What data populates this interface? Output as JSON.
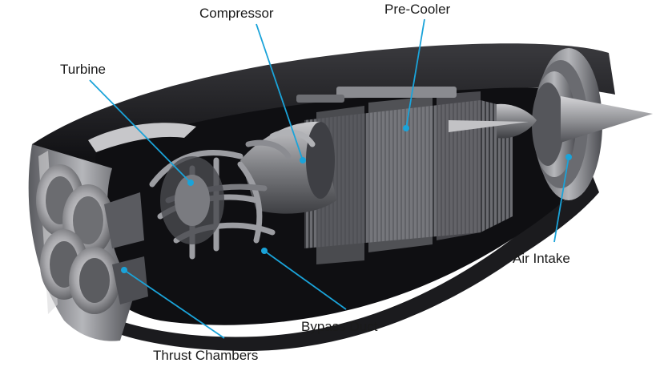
{
  "diagram": {
    "accent_color": "#1aa3d9",
    "labels": {
      "compressor": "Compressor",
      "pre_cooler": "Pre-Cooler",
      "turbine": "Turbine",
      "air_intake": "Air Intake",
      "bypass_duct": "Bypass Duct",
      "thrust_chambers": "Thrust Chambers"
    }
  }
}
